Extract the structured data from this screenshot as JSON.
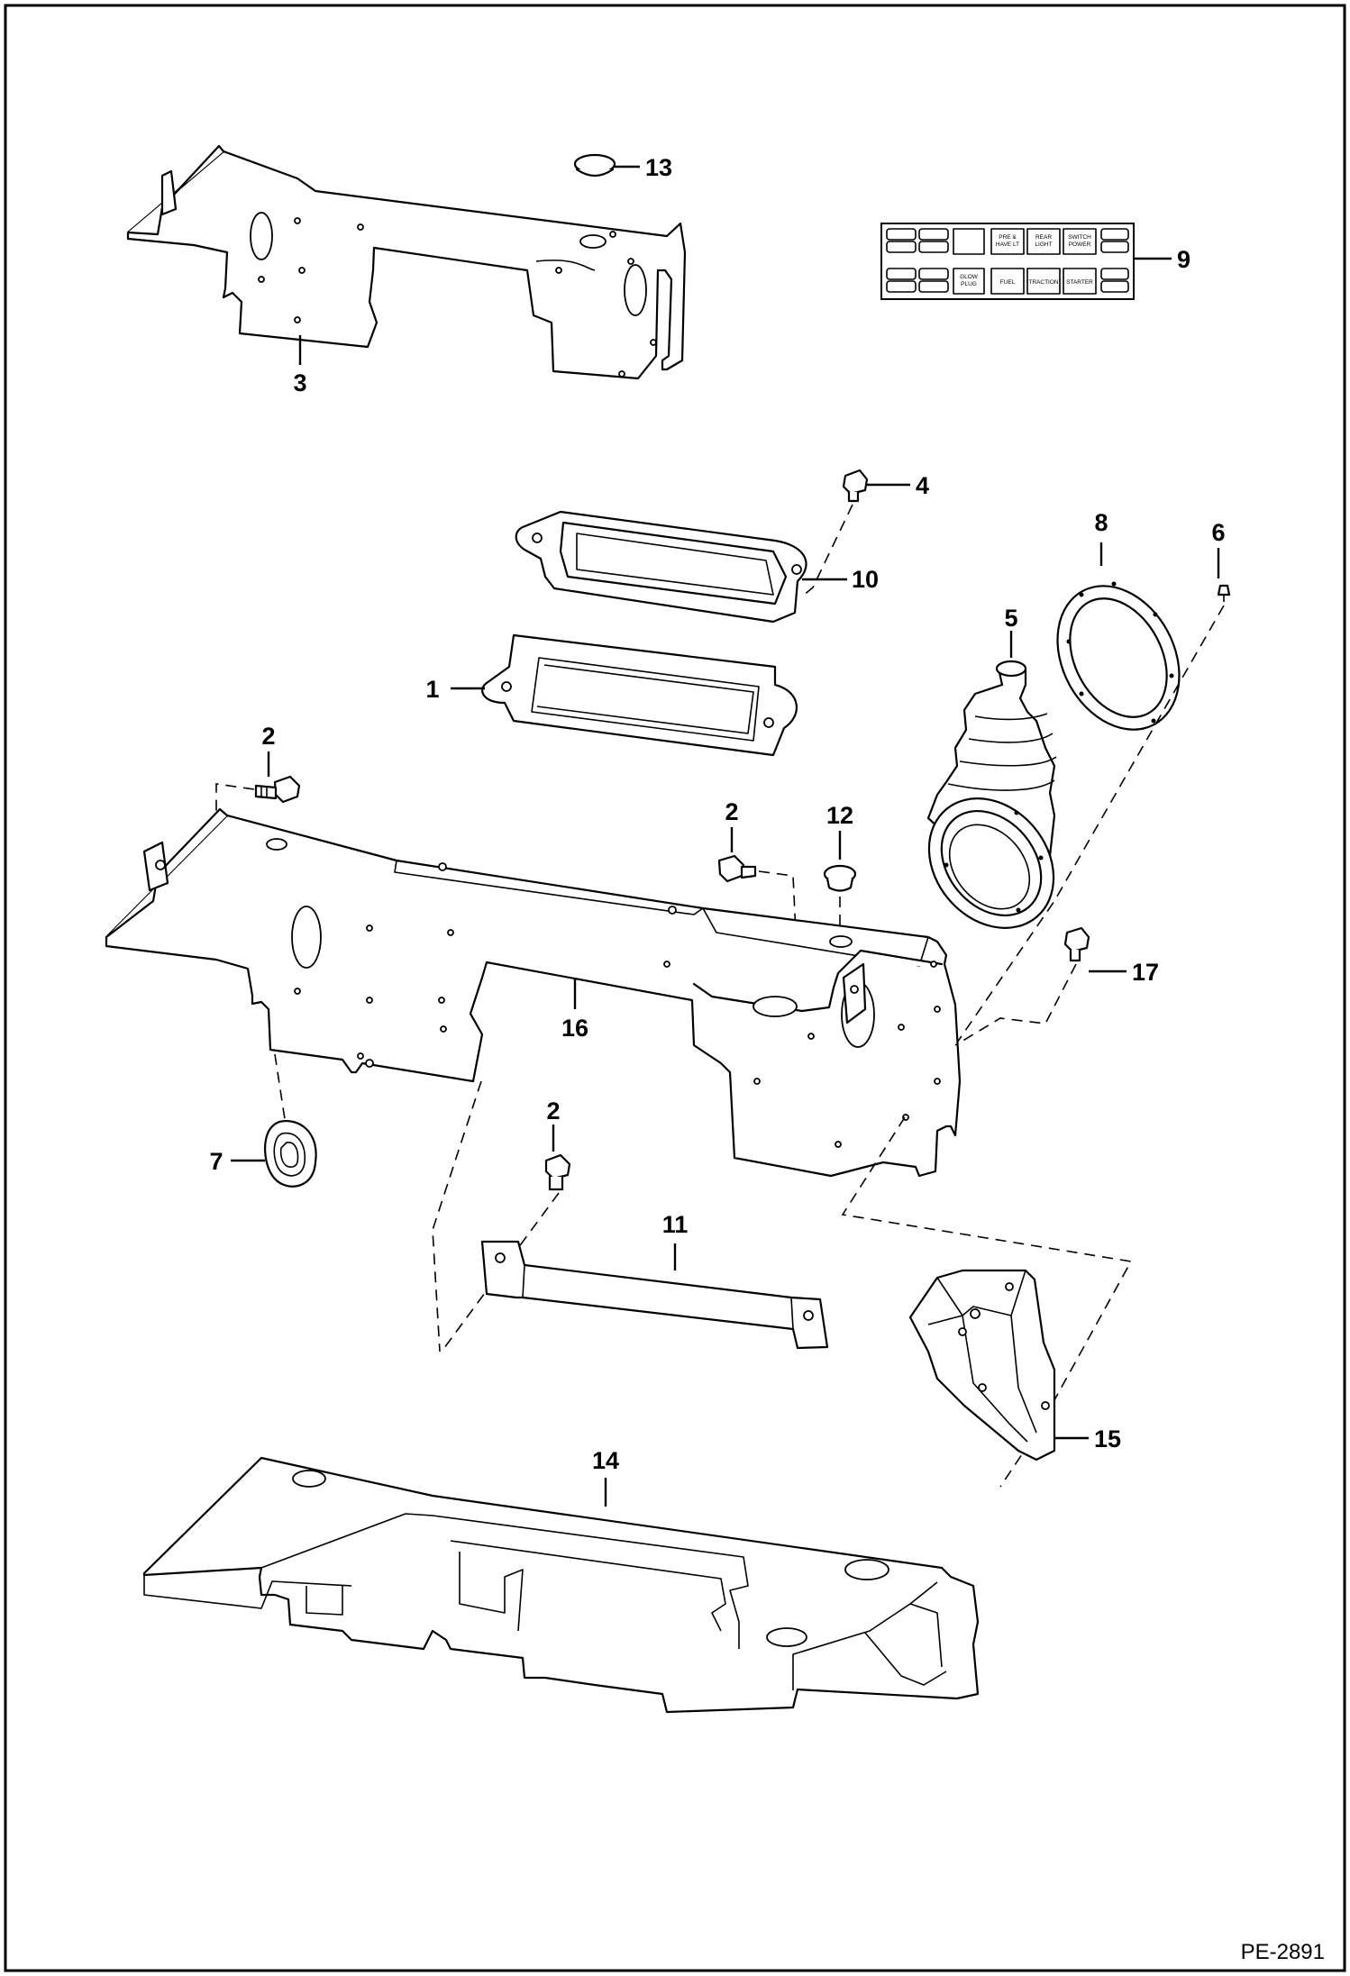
{
  "callouts": {
    "c1": "1",
    "c2a": "2",
    "c2b": "2",
    "c2c": "2",
    "c3": "3",
    "c4": "4",
    "c5": "5",
    "c6": "6",
    "c7": "7",
    "c8": "8",
    "c9": "9",
    "c10": "10",
    "c11": "11",
    "c12": "12",
    "c13": "13",
    "c14": "14",
    "c15": "15",
    "c16": "16",
    "c17": "17"
  },
  "decal": {
    "labels": [
      "PRE &\nHAVE LT",
      "REAR\nLIGHT",
      "SWITCH\nPOWER",
      "GLOW\nPLUG",
      "FUEL",
      "TRACTION",
      "STARTER"
    ]
  },
  "document_code": "PE-2891"
}
